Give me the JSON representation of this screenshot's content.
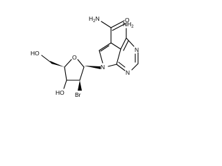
{
  "molecule": {
    "atom_labels": {
      "amide_n": "H",
      "amide_n_sub": "2",
      "amide_n_main": "N",
      "amide_o": "O",
      "amino_n_main": "NH",
      "amino_n_sub": "2",
      "pyrimidine_n_top": "N",
      "pyrimidine_n_bottom": "N",
      "pyrrole_n": "N",
      "ring_o": "O",
      "hydroxymethyl_o": "HO",
      "hydroxyl_o": "HO",
      "bromine": "Br"
    },
    "colors": {
      "bond": "#000000",
      "text": "#000000",
      "background": "#ffffff"
    }
  }
}
